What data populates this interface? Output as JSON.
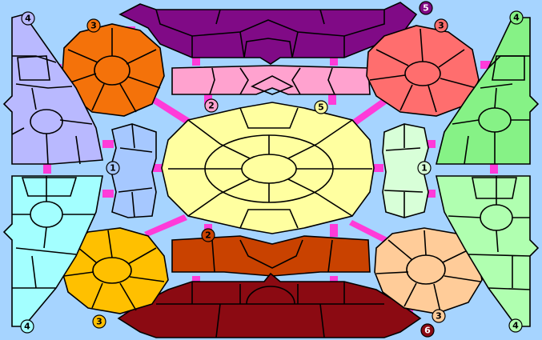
{
  "game": {
    "background": "#a6d4ff",
    "bridge_color": "#ff3bd9",
    "regions": [
      {
        "id": "top-strip",
        "color": "#800a86",
        "badge": "5"
      },
      {
        "id": "top-inner-strip",
        "color": "#ffa2cf",
        "badge": "2"
      },
      {
        "id": "center-oval",
        "color": "#ffffa0",
        "badge": "5"
      },
      {
        "id": "bottom-inner-strip",
        "color": "#c94200",
        "badge": "2"
      },
      {
        "id": "bottom-strip",
        "color": "#8b0a12",
        "badge": "6"
      },
      {
        "id": "top-left-flower",
        "color": "#f4720a",
        "badge": "3"
      },
      {
        "id": "top-right-flower",
        "color": "#ff6e6e",
        "badge": "3"
      },
      {
        "id": "bottom-left-flower",
        "color": "#ffc000",
        "badge": "3"
      },
      {
        "id": "bottom-right-flower",
        "color": "#ffcc99",
        "badge": "3"
      },
      {
        "id": "left-top-wing",
        "color": "#b9b9ff",
        "badge": "4"
      },
      {
        "id": "left-bottom-wing",
        "color": "#a3ffff",
        "badge": "4"
      },
      {
        "id": "right-top-wing",
        "color": "#86f286",
        "badge": "4"
      },
      {
        "id": "right-bottom-wing",
        "color": "#b0ffb0",
        "badge": "4"
      },
      {
        "id": "left-mid-tile",
        "color": "#a6c8ff",
        "badge": "1"
      },
      {
        "id": "right-mid-tile",
        "color": "#d8ffd8",
        "badge": "1"
      }
    ]
  }
}
